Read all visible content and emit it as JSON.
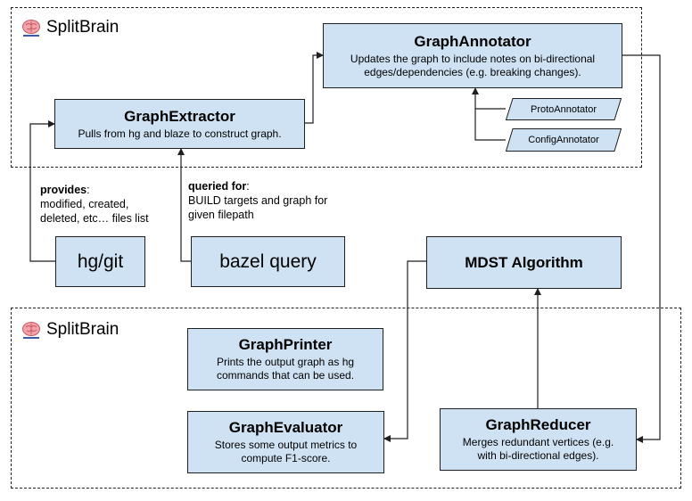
{
  "groups": [
    {
      "label": "SplitBrain"
    },
    {
      "label": "SplitBrain"
    }
  ],
  "nodes": {
    "graph_annotator": {
      "title": "GraphAnnotator",
      "desc": "Updates the graph to include notes on bi-directional\nedges/dependencies (e.g. breaking changes)."
    },
    "graph_extractor": {
      "title": "GraphExtractor",
      "desc": "Pulls from hg and blaze to construct graph."
    },
    "proto_annotator": {
      "title": "ProtoAnnotator"
    },
    "config_annotator": {
      "title": "ConfigAnnotator"
    },
    "hg_git": {
      "title": "hg/git"
    },
    "bazel_query": {
      "title": "bazel query"
    },
    "mdst": {
      "title": "MDST Algorithm"
    },
    "graph_printer": {
      "title": "GraphPrinter",
      "desc": "Prints the output graph as hg\ncommands that can be used."
    },
    "graph_evaluator": {
      "title": "GraphEvaluator",
      "desc": "Stores some output metrics to\ncompute F1-score."
    },
    "graph_reducer": {
      "title": "GraphReducer",
      "desc": "Merges redundant vertices (e.g.\nwith bi-directional edges)."
    }
  },
  "notes": {
    "provides": {
      "bold": "provides",
      "rest": ":\nmodified, created,\ndeleted, etc… files list"
    },
    "queried": {
      "bold": "queried for",
      "rest": ":\nBUILD targets and graph for\ngiven filepath"
    }
  },
  "colors": {
    "box_fill": "#cfe2f3",
    "stroke": "#1f1f1f",
    "brain": "#f4a3a8"
  }
}
